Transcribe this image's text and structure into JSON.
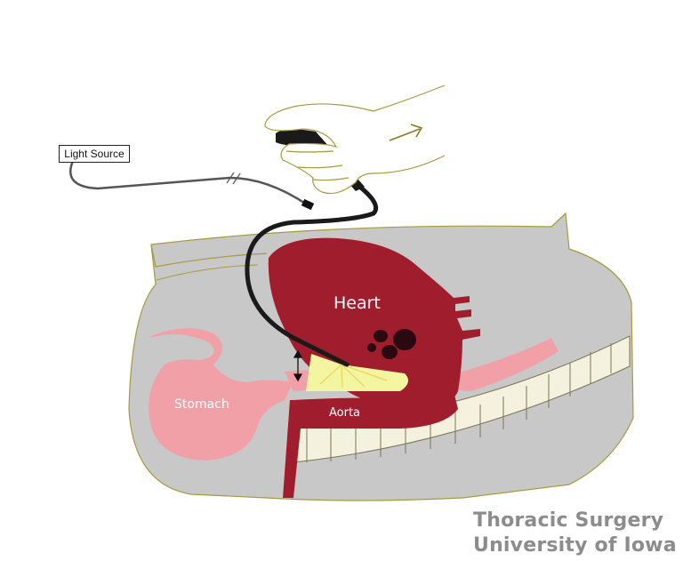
{
  "labels": {
    "light_source": "Light Source",
    "heart": "Heart",
    "stomach": "Stomach",
    "aorta": "Aorta"
  },
  "watermark": {
    "line1": "Thoracic Surgery",
    "line2": "University of Iowa"
  },
  "colors": {
    "body_gray": "#c8c8c8",
    "outline_olive": "#a89a3c",
    "heart_red": "#a01d2d",
    "stomach_pink": "#f2a0a8",
    "spine_cream": "#f4f1df",
    "probe_black": "#1a1a1a",
    "ultrasound_yellow": "#f3f5a0",
    "watermark_gray": "#8c8c8c"
  },
  "icons": [
    "hand-icon",
    "arrow-right-icon",
    "double-arrow-icon"
  ]
}
